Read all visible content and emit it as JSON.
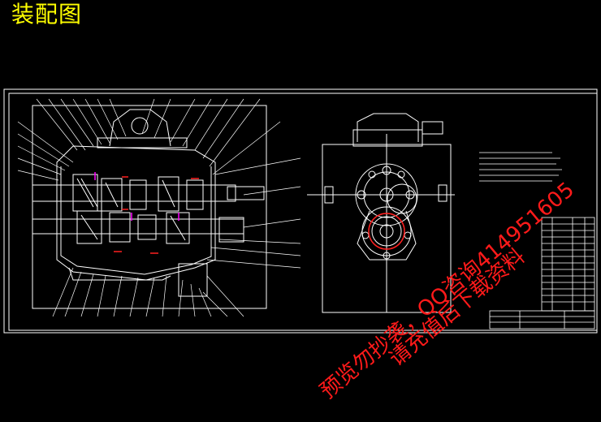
{
  "title": "装配图",
  "watermark": {
    "line1": "预览勿抄袭，QQ咨询414951605",
    "line2": "请充值后下载资料"
  },
  "colors": {
    "background": "#000000",
    "title": "#ffff00",
    "lines": "#ffffff",
    "accent_red": "#ff2020",
    "accent_magenta": "#ff00ff",
    "watermark": "#ff1a1a"
  }
}
